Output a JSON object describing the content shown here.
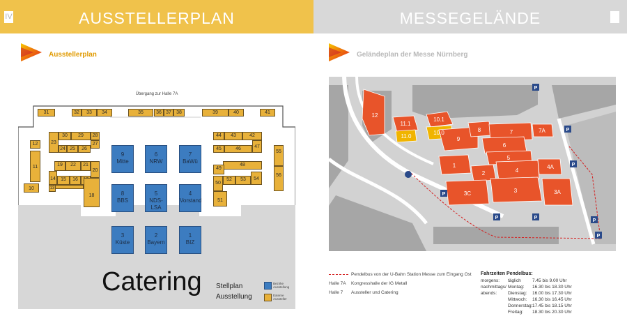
{
  "left_page": {
    "header_title": "AUSSTELLERPLAN",
    "page_number": "IV",
    "section_title": "Ausstellerplan",
    "passage_label": "Übergang zur Halle 7A",
    "booths": [
      {
        "label": "31"
      },
      {
        "label": "32"
      },
      {
        "label": "33"
      },
      {
        "label": "34"
      },
      {
        "label": "35"
      },
      {
        "label": "36"
      },
      {
        "label": "37"
      },
      {
        "label": "38"
      },
      {
        "label": "39"
      },
      {
        "label": "40"
      },
      {
        "label": "41"
      },
      {
        "label": "30"
      },
      {
        "label": "29"
      },
      {
        "label": "28"
      },
      {
        "label": "27"
      },
      {
        "label": "23"
      },
      {
        "label": "24"
      },
      {
        "label": "25"
      },
      {
        "label": "26"
      },
      {
        "label": "44"
      },
      {
        "label": "43"
      },
      {
        "label": "42"
      },
      {
        "label": "45"
      },
      {
        "label": "46"
      },
      {
        "label": "47"
      },
      {
        "label": "12"
      },
      {
        "label": "11"
      },
      {
        "label": "10"
      },
      {
        "label": "19"
      },
      {
        "label": "22"
      },
      {
        "label": "21"
      },
      {
        "label": "20"
      },
      {
        "label": "14"
      },
      {
        "label": "15"
      },
      {
        "label": "16"
      },
      {
        "label": "17"
      },
      {
        "label": "13"
      },
      {
        "label": "18"
      },
      {
        "label": "48"
      },
      {
        "label": "49"
      },
      {
        "label": "50"
      },
      {
        "label": "52"
      },
      {
        "label": "53"
      },
      {
        "label": "54"
      },
      {
        "label": "51"
      },
      {
        "label": "55"
      },
      {
        "label": "56"
      }
    ],
    "halls": [
      {
        "number": "9",
        "name": "Mitte"
      },
      {
        "number": "6",
        "name": "NRW"
      },
      {
        "number": "7",
        "name": "BaWü"
      },
      {
        "number": "8",
        "name": "BBS"
      },
      {
        "number": "5",
        "name": "NDS-LSA"
      },
      {
        "number": "4",
        "name": "Vorstand"
      },
      {
        "number": "3",
        "name": "Küste"
      },
      {
        "number": "2",
        "name": "Bayern"
      },
      {
        "number": "1",
        "name": "BIZ"
      }
    ],
    "catering_label": "Catering",
    "legend_title_line1": "Stellplan",
    "legend_title_line2": "Ausstellung",
    "legend_items": [
      {
        "label": "Bezirke Ausstellung",
        "color": "#3c7cc0"
      },
      {
        "label": "Externe Aussteller",
        "color": "#e8b13a"
      }
    ]
  },
  "right_page": {
    "header_title": "MESSEGELÄNDE",
    "page_number": "",
    "section_title": "Geländeplan der Messe Nürnberg",
    "halls": [
      {
        "label": "12"
      },
      {
        "label": "11.1"
      },
      {
        "label": "11.0"
      },
      {
        "label": "10.1"
      },
      {
        "label": "10.0"
      },
      {
        "label": "9"
      },
      {
        "label": "8"
      },
      {
        "label": "7"
      },
      {
        "label": "7A"
      },
      {
        "label": "6"
      },
      {
        "label": "5"
      },
      {
        "label": "4"
      },
      {
        "label": "4A"
      },
      {
        "label": "1"
      },
      {
        "label": "2"
      },
      {
        "label": "3C"
      },
      {
        "label": "3"
      },
      {
        "label": "3A"
      }
    ],
    "legend": [
      {
        "key": "",
        "text": "Pendelbus von der U-Bahn Station Messe zum Eingang Ost"
      },
      {
        "key": "Halle 7A",
        "text": "Kongresshalle der IG Metall"
      },
      {
        "key": "Halle 7",
        "text": "Aussteller und Catering"
      }
    ],
    "shuttle": {
      "title": "Fahrzeiten Pendelbus:",
      "rows": [
        {
          "group": "morgens:",
          "day": "täglich",
          "time": "7.45 bis 9.00 Uhr"
        },
        {
          "group": "nachmittags/",
          "day": "Montag:",
          "time": "16.30 bis 18.30 Uhr"
        },
        {
          "group": "abends:",
          "day": "Dienstag:",
          "time": "16.00 bis 17.30 Uhr"
        },
        {
          "group": "",
          "day": "Mittwoch:",
          "time": "16.30 bis 16.45 Uhr"
        },
        {
          "group": "",
          "day": "Donnerstag:",
          "time": "17.45 bis 18.15 Uhr"
        },
        {
          "group": "",
          "day": "Freitag:",
          "time": "18.30 bis 20.30 Uhr"
        }
      ]
    }
  },
  "colors": {
    "header_left": "#f0c24b",
    "header_right": "#d8d8d8",
    "booth_yellow": "#e8b13a",
    "hall_blue": "#3c7cc0",
    "map_orange": "#e8542a",
    "map_yellow": "#f0b400",
    "map_grey": "#a8a8a8",
    "section_left": "#e09a00",
    "section_right": "#b8b8b8"
  }
}
